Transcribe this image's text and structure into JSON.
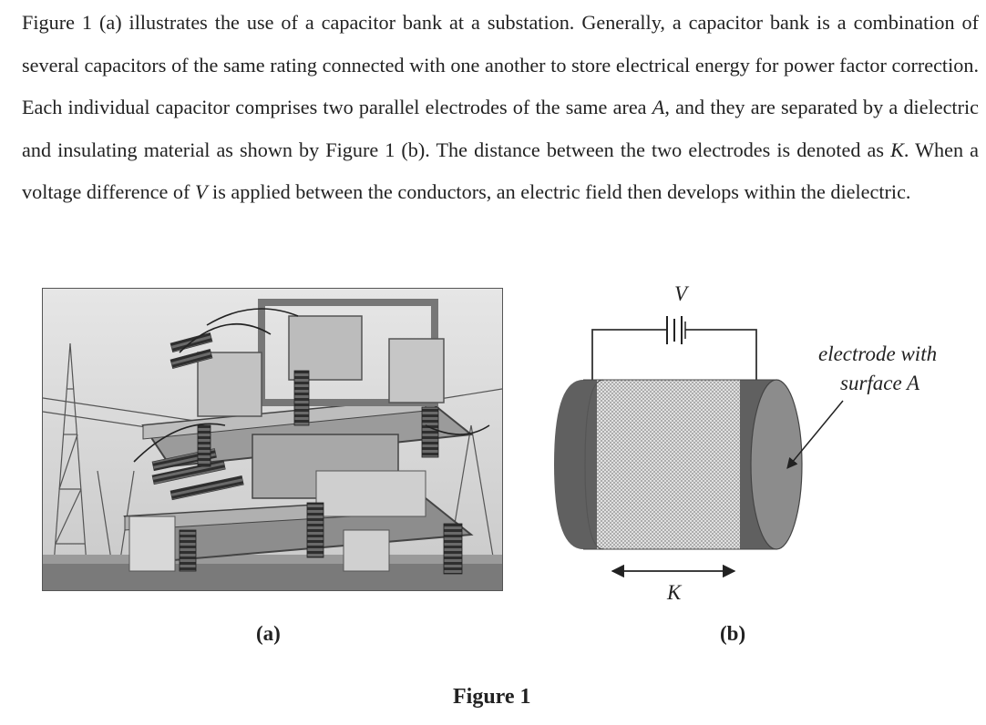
{
  "paragraph": {
    "s1": "Figure 1 (a) illustrates the use of a capacitor bank at a substation. Generally, a capacitor bank is a combination of several capacitors of the same rating connected with one another to store electrical energy for power factor correction. Each individual capacitor comprises two parallel electrodes of the same area ",
    "var_a": "A",
    "s2": ", and they are separated by a dielectric and insulating material as shown by Figure 1 (b). The distance between the two electrodes is denoted as ",
    "var_k": "K",
    "s3": ". When a voltage difference of ",
    "var_v": "V",
    "s4": " is applied between the conductors, an electric field then develops within the dielectric."
  },
  "diagram": {
    "voltage_label": "V",
    "distance_label": "K",
    "electrode_label_line1": "electrode with",
    "electrode_label_line2": "surface A"
  },
  "captions": {
    "a": "(a)",
    "b": "(b)",
    "figure": "Figure 1"
  }
}
